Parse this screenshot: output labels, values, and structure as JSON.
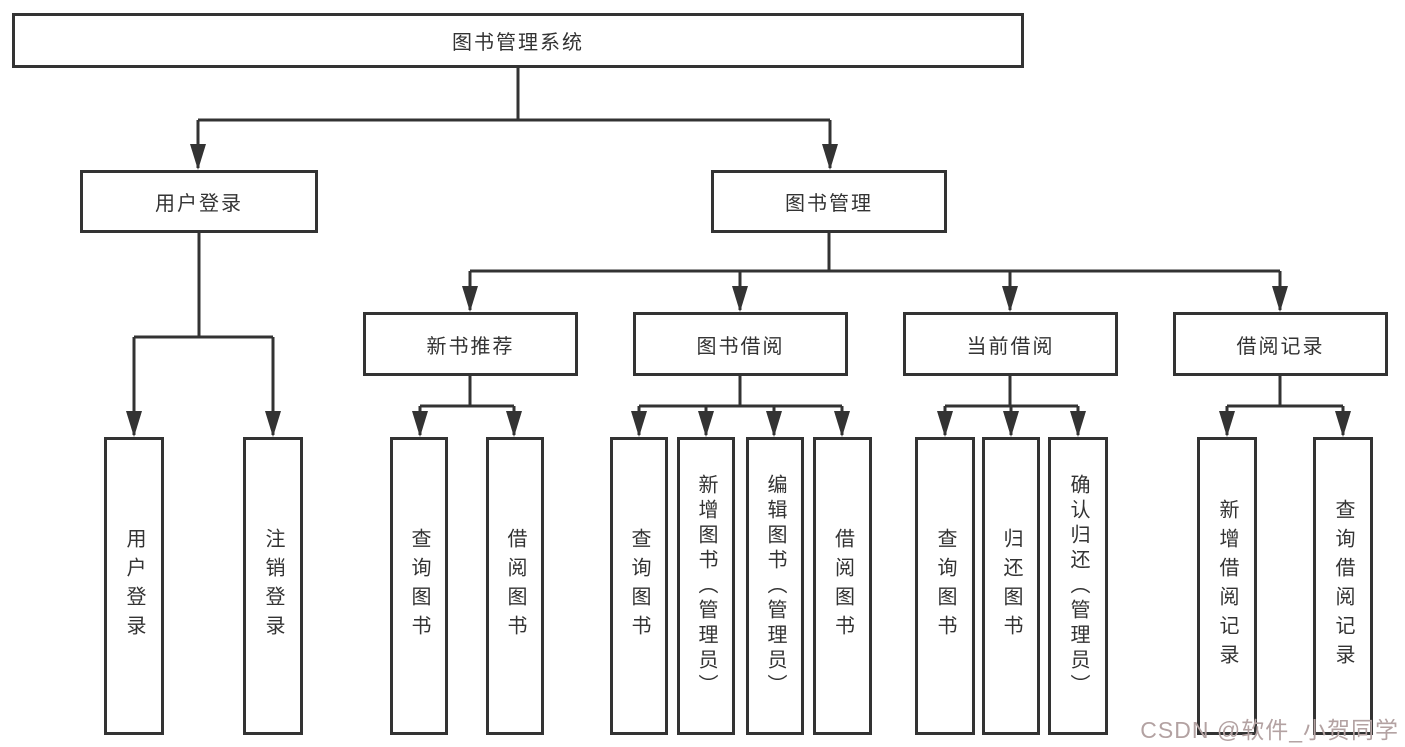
{
  "tree": {
    "root": {
      "label": "图书管理系统"
    },
    "branches": [
      {
        "label": "用户登录",
        "children": [
          {
            "label": "用户登录"
          },
          {
            "label": "注销登录"
          }
        ]
      },
      {
        "label": "图书管理",
        "children": [
          {
            "label": "新书推荐",
            "children": [
              {
                "label": "查询图书"
              },
              {
                "label": "借阅图书"
              }
            ]
          },
          {
            "label": "图书借阅",
            "children": [
              {
                "label": "查询图书"
              },
              {
                "label": "新增图书（管理员）"
              },
              {
                "label": "编辑图书（管理员）"
              },
              {
                "label": "借阅图书"
              }
            ]
          },
          {
            "label": "当前借阅",
            "children": [
              {
                "label": "查询图书"
              },
              {
                "label": "归还图书"
              },
              {
                "label": "确认归还（管理员）"
              }
            ]
          },
          {
            "label": "借阅记录",
            "children": [
              {
                "label": "新增借阅记录"
              },
              {
                "label": "查询借阅记录"
              }
            ]
          }
        ]
      }
    ]
  },
  "watermark": {
    "text": "CSDN @软件_小贺同学"
  },
  "colors": {
    "line": "#333333",
    "text": "#333333",
    "background": "#ffffff",
    "watermark": "#b3a2a2"
  }
}
